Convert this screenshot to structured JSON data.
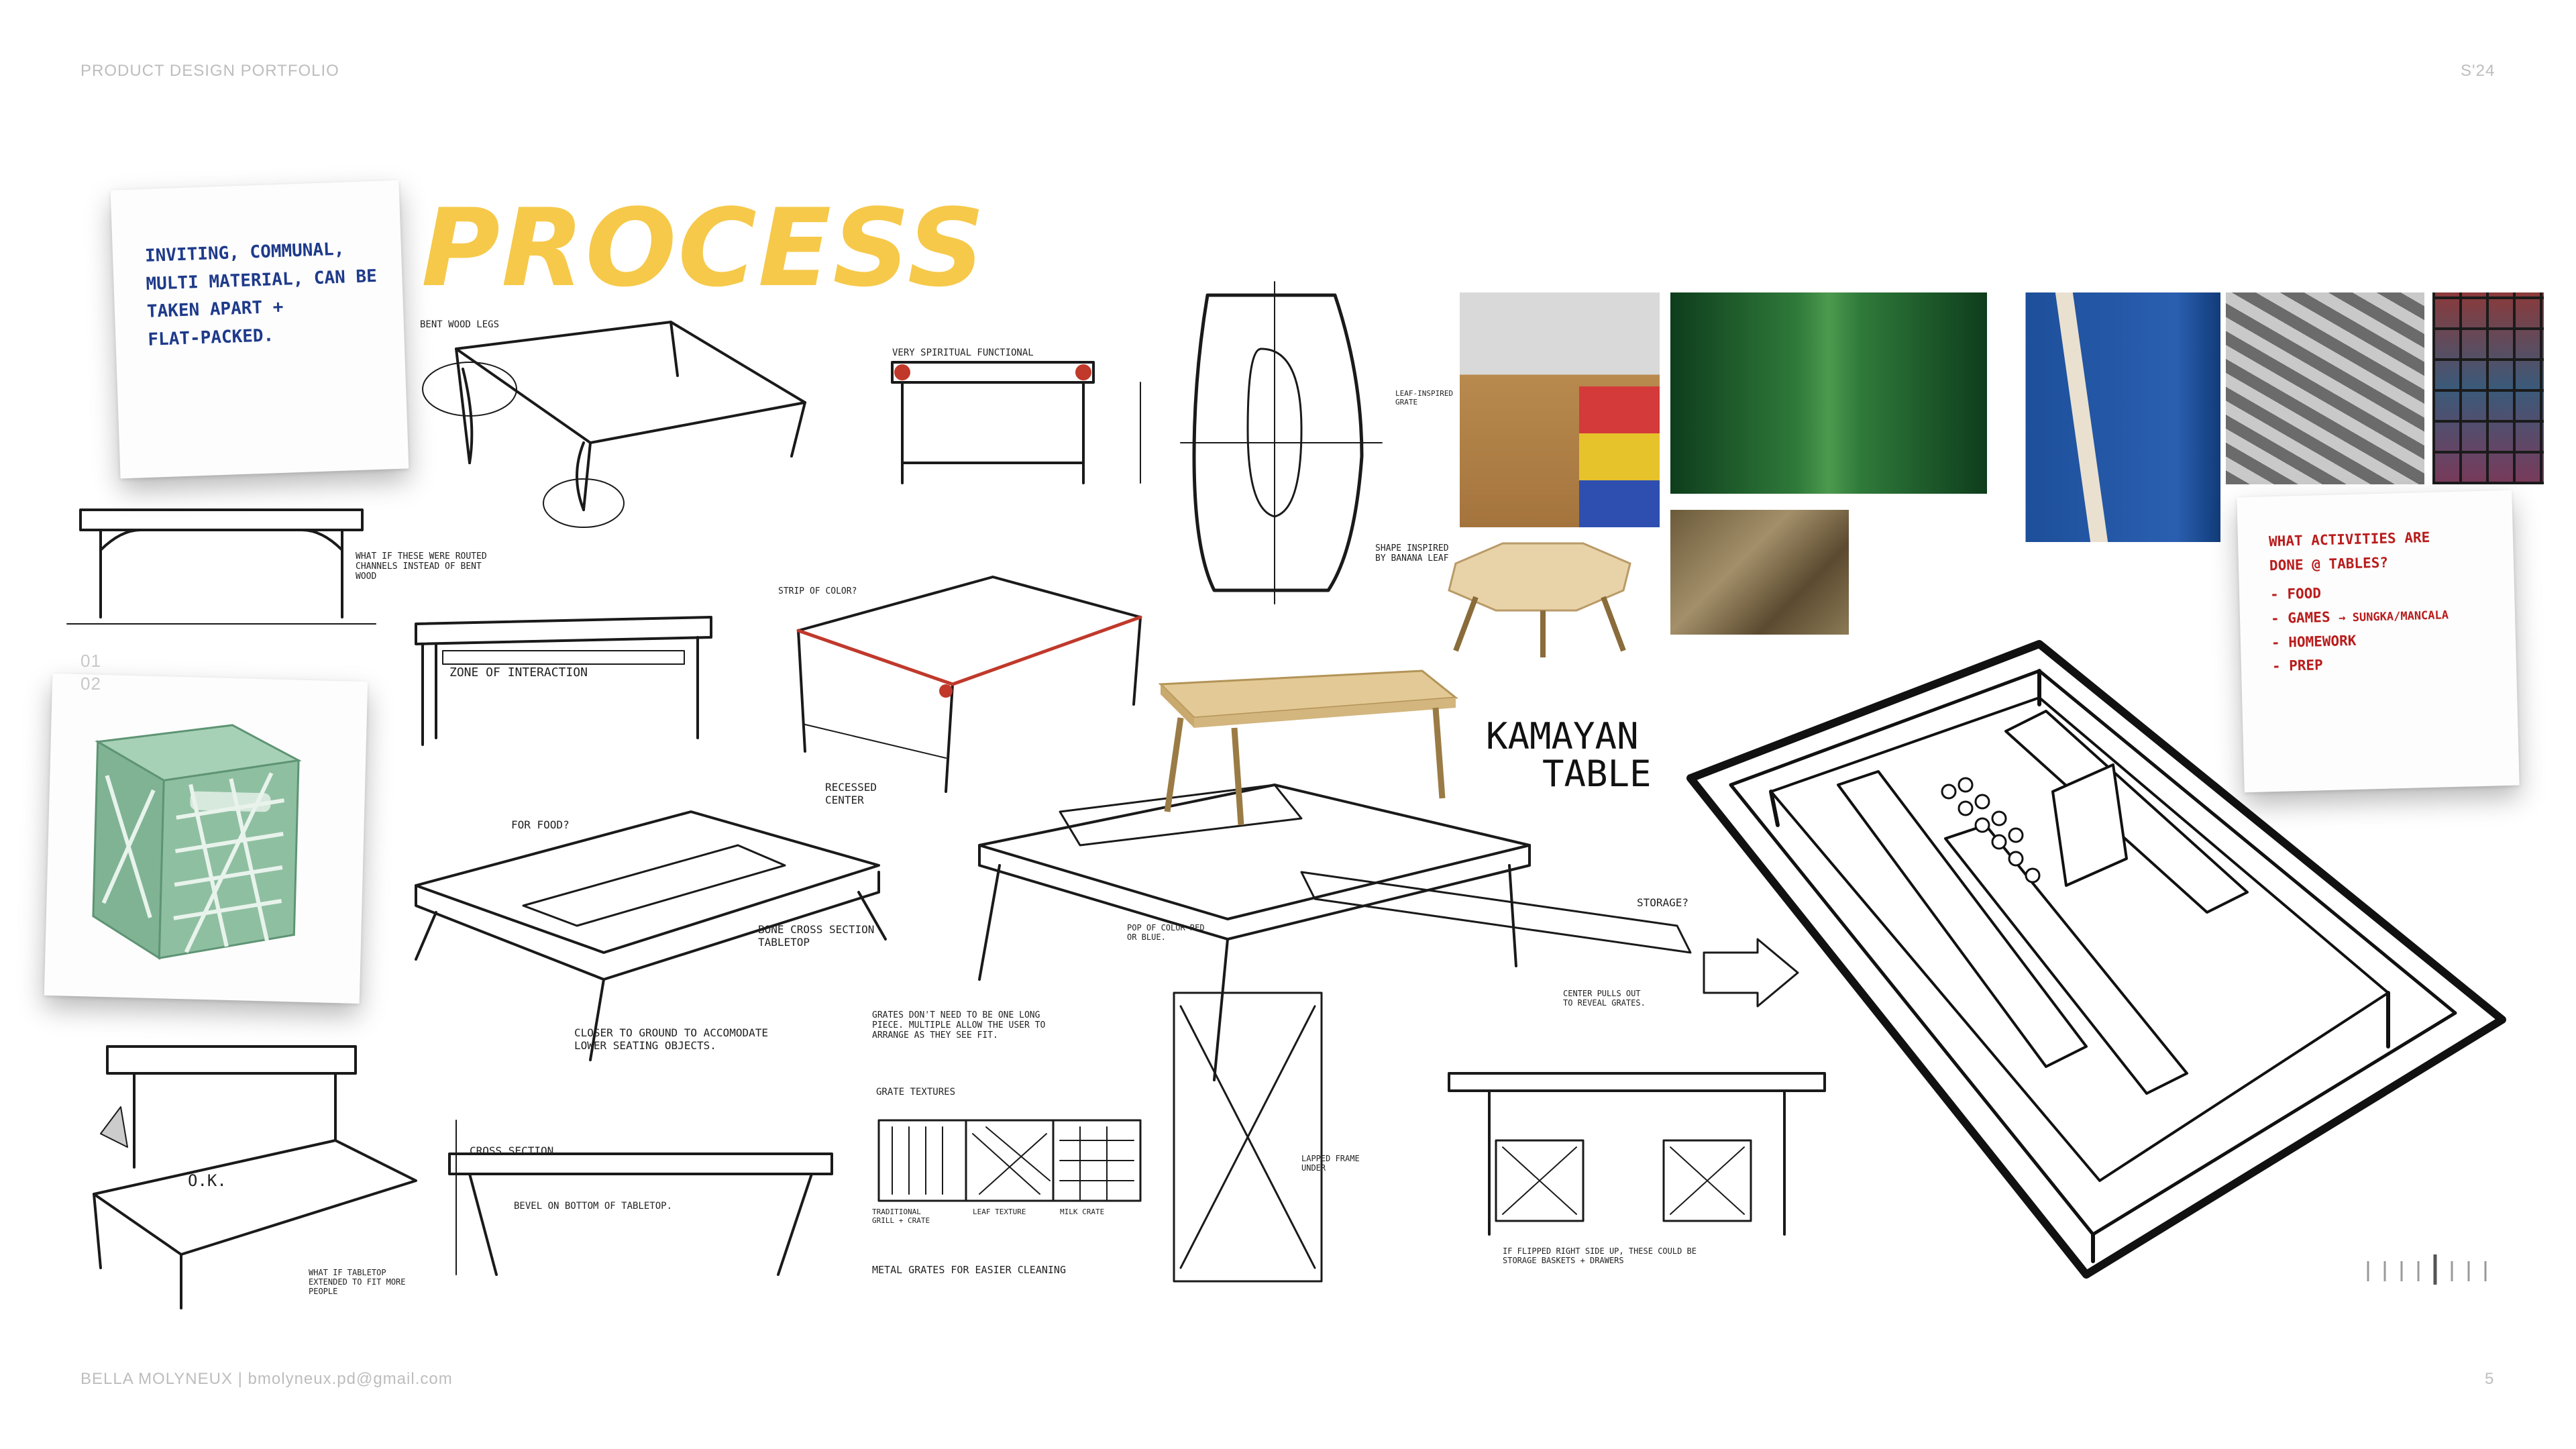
{
  "header": {
    "left": "PRODUCT DESIGN PORTFOLIO",
    "right": "S'24"
  },
  "title": "PROCESS",
  "note_left": {
    "lines": [
      "INVITING, COMMUNAL,",
      "MULTI MATERIAL, CAN BE",
      "TAKEN APART +",
      "FLAT-PACKED."
    ],
    "color": "#1e3a8a"
  },
  "note_right": {
    "heading": [
      "WHAT ACTIVITIES ARE",
      "DONE @ TABLES?"
    ],
    "items": [
      "- FOOD",
      "- GAMES",
      "- HOMEWORK",
      "- PREP"
    ],
    "games_extra": "SUNGKA/MANCALA",
    "color": "#b91c1c"
  },
  "sketch_labels": {
    "kamayan": [
      "KAMAYAN",
      "TABLE"
    ],
    "bent_wood": "BENT WOOD LEGS",
    "very_spiritual": "VERY SPIRITUAL FUNCTIONAL",
    "router": "WHAT IF THESE WERE ROUTED CHANNELS INSTEAD OF BENT WOOD",
    "interaction": "ZONE OF INTERACTION",
    "pop_color": "STRIP OF COLOR?",
    "recessed": "RECESSED CENTER",
    "for_food": "FOR FOOD?",
    "bone": "BONE CROSS SECTION TABLETOP",
    "closer": "CLOSER TO GROUND TO ACCOMODATE LOWER SEATING OBJECTS.",
    "cross_section": "CROSS SECTION",
    "bevel": "BEVEL ON BOTTOM OF TABLETOP.",
    "grates": "GRATES DON'T NEED TO BE ONE LONG PIECE. MULTIPLE ALLOW THE USER TO ARRANGE AS THEY SEE FIT.",
    "grate_textures": "GRATE TEXTURES",
    "grate_labels": [
      "TRADITIONAL GRILL + CRATE",
      "LEAF TEXTURE",
      "MILK CRATE"
    ],
    "metal_grates": "METAL GRATES FOR EASIER CLEANING",
    "storage": "STORAGE?",
    "center_pulls": "CENTER PULLS OUT TO REVEAL GRATES.",
    "flipped": "IF FLIPPED RIGHT SIDE UP, THESE COULD BE STORAGE BASKETS + DRAWERS",
    "what_if": "WHAT IF TABLETOP EXTENDED TO FIT MORE PEOPLE",
    "shape": "SHAPE INSPIRED BY BANANA LEAF",
    "pop_color2": "POP OF COLOR RED OR BLUE.",
    "lapped": "LAPPED FRAME UNDER",
    "leaf_grate": "LEAF-INSPIRED GRATE",
    "okay": "O.K."
  },
  "side_marker": [
    "01",
    "02"
  ],
  "footer": {
    "left": "BELLA MOLYNEUX | bmolyneux.pd@gmail.com",
    "right": "5"
  },
  "colors": {
    "accent": "#f6c94a",
    "header": "#bdbdbd",
    "crate": "#8fbfa1"
  }
}
